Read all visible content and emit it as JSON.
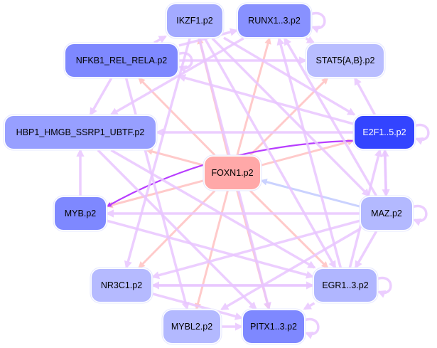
{
  "diagram": {
    "type": "directed-network",
    "nodes": [
      {
        "id": "IKZF1",
        "label": "IKZF1.p2",
        "fill": "#a3aaff",
        "text": "#000000"
      },
      {
        "id": "RUNX1",
        "label": "RUNX1..3.p2",
        "fill": "#8891ff",
        "text": "#000000"
      },
      {
        "id": "NFKB1",
        "label": "NFKB1_REL_RELA.p2",
        "fill": "#7e88ff",
        "text": "#000000"
      },
      {
        "id": "STAT5",
        "label": "STAT5{A,B}.p2",
        "fill": "#b8bdff",
        "text": "#000000"
      },
      {
        "id": "HBP1",
        "label": "HBP1_HMGB_SSRP1_UBTF.p2",
        "fill": "#979fff",
        "text": "#000000"
      },
      {
        "id": "E2F1",
        "label": "E2F1..5.p2",
        "fill": "#3344ff",
        "text": "#ffffff"
      },
      {
        "id": "FOXN1",
        "label": "FOXN1.p2",
        "fill": "#ffa8a8",
        "text": "#000000"
      },
      {
        "id": "MYB",
        "label": "MYB.p2",
        "fill": "#7e88ff",
        "text": "#000000"
      },
      {
        "id": "MAZ",
        "label": "MAZ.p2",
        "fill": "#b3b9ff",
        "text": "#000000"
      },
      {
        "id": "NR3C1",
        "label": "NR3C1.p2",
        "fill": "#b5baff",
        "text": "#000000"
      },
      {
        "id": "EGR1",
        "label": "EGR1..3.p2",
        "fill": "#b0b6ff",
        "text": "#000000"
      },
      {
        "id": "MYBL2",
        "label": "MYBL2.p2",
        "fill": "#b3b9ff",
        "text": "#000000"
      },
      {
        "id": "PITX1",
        "label": "PITX1..3.p2",
        "fill": "#7e88ff",
        "text": "#000000"
      }
    ],
    "edge_colors": {
      "activation": "#ffc8c8",
      "regulation": "#e9c6ff",
      "strong": "#b433ff",
      "inhibition": "#c8d0ff"
    },
    "edges": [
      {
        "from": "FOXN1",
        "to": "IKZF1",
        "kind": "activation"
      },
      {
        "from": "FOXN1",
        "to": "RUNX1",
        "kind": "activation"
      },
      {
        "from": "FOXN1",
        "to": "NFKB1",
        "kind": "activation"
      },
      {
        "from": "FOXN1",
        "to": "STAT5",
        "kind": "activation"
      },
      {
        "from": "FOXN1",
        "to": "HBP1",
        "kind": "activation"
      },
      {
        "from": "FOXN1",
        "to": "E2F1",
        "kind": "activation"
      },
      {
        "from": "FOXN1",
        "to": "MYB",
        "kind": "activation"
      },
      {
        "from": "FOXN1",
        "to": "NR3C1",
        "kind": "activation"
      },
      {
        "from": "FOXN1",
        "to": "MYBL2",
        "kind": "activation"
      },
      {
        "from": "FOXN1",
        "to": "PITX1",
        "kind": "activation"
      },
      {
        "from": "FOXN1",
        "to": "EGR1",
        "kind": "activation"
      },
      {
        "from": "MAZ",
        "to": "FOXN1",
        "kind": "inhibition"
      },
      {
        "from": "E2F1",
        "to": "MYB",
        "kind": "strong"
      },
      {
        "from": "NFKB1",
        "to": "IKZF1",
        "kind": "regulation"
      },
      {
        "from": "NFKB1",
        "to": "RUNX1",
        "kind": "regulation"
      },
      {
        "from": "NFKB1",
        "to": "STAT5",
        "kind": "regulation"
      },
      {
        "from": "NFKB1",
        "to": "HBP1",
        "kind": "regulation"
      },
      {
        "from": "NFKB1",
        "to": "MYBL2",
        "kind": "regulation"
      },
      {
        "from": "E2F1",
        "to": "HBP1",
        "kind": "regulation"
      },
      {
        "from": "E2F1",
        "to": "NFKB1",
        "kind": "regulation"
      },
      {
        "from": "E2F1",
        "to": "STAT5",
        "kind": "regulation"
      },
      {
        "from": "E2F1",
        "to": "MAZ",
        "kind": "regulation"
      },
      {
        "from": "MAZ",
        "to": "E2F1",
        "kind": "regulation"
      },
      {
        "from": "MAZ",
        "to": "MYB",
        "kind": "regulation"
      },
      {
        "from": "MAZ",
        "to": "NR3C1",
        "kind": "regulation"
      },
      {
        "from": "MAZ",
        "to": "RUNX1",
        "kind": "regulation"
      },
      {
        "from": "MAZ",
        "to": "EGR1",
        "kind": "regulation"
      },
      {
        "from": "MAZ",
        "to": "MYBL2",
        "kind": "regulation"
      },
      {
        "from": "NR3C1",
        "to": "EGR1",
        "kind": "regulation"
      },
      {
        "from": "EGR1",
        "to": "NR3C1",
        "kind": "regulation"
      },
      {
        "from": "NR3C1",
        "to": "PITX1",
        "kind": "regulation"
      },
      {
        "from": "MYBL2",
        "to": "PITX1",
        "kind": "regulation"
      },
      {
        "from": "EGR1",
        "to": "PITX1",
        "kind": "regulation"
      },
      {
        "from": "EGR1",
        "to": "RUNX1",
        "kind": "regulation"
      },
      {
        "from": "EGR1",
        "to": "E2F1",
        "kind": "regulation"
      },
      {
        "from": "MYB",
        "to": "EGR1",
        "kind": "regulation"
      },
      {
        "from": "MYB",
        "to": "HBP1",
        "kind": "regulation"
      },
      {
        "from": "IKZF1",
        "to": "EGR1",
        "kind": "regulation"
      },
      {
        "from": "IKZF1",
        "to": "PITX1",
        "kind": "regulation"
      },
      {
        "from": "IKZF1",
        "to": "MAZ",
        "kind": "regulation"
      },
      {
        "from": "IKZF1",
        "to": "E2F1",
        "kind": "regulation"
      },
      {
        "from": "IKZF1",
        "to": "NR3C1",
        "kind": "regulation"
      },
      {
        "from": "RUNX1",
        "to": "STAT5",
        "kind": "regulation"
      },
      {
        "from": "RUNX1",
        "to": "HBP1",
        "kind": "regulation"
      },
      {
        "from": "HBP1",
        "to": "PITX1",
        "kind": "regulation"
      },
      {
        "from": "HBP1",
        "to": "EGR1",
        "kind": "regulation"
      },
      {
        "from": "RUNX1",
        "to": "RUNX1",
        "kind": "regulation"
      },
      {
        "from": "NFKB1",
        "to": "NFKB1",
        "kind": "regulation"
      },
      {
        "from": "E2F1",
        "to": "E2F1",
        "kind": "regulation"
      },
      {
        "from": "MAZ",
        "to": "MAZ",
        "kind": "regulation"
      },
      {
        "from": "EGR1",
        "to": "EGR1",
        "kind": "regulation"
      },
      {
        "from": "PITX1",
        "to": "PITX1",
        "kind": "regulation"
      }
    ]
  }
}
